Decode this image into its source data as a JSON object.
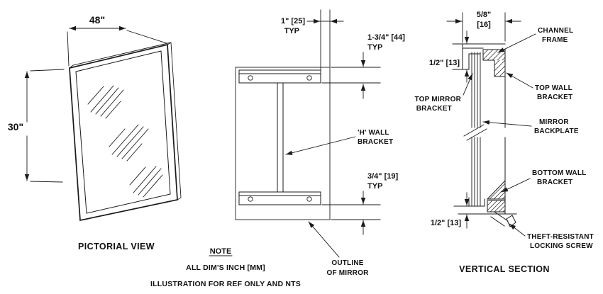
{
  "pictorial_view": {
    "title": "PICTORIAL VIEW",
    "width_dimension": "48\"",
    "height_dimension": "30\""
  },
  "back_view": {
    "dim_bracket_offset": "1\" [25]",
    "dim_bracket_offset_typ": "TYP",
    "dim_top_bracket": "1-3/4\" [44]",
    "dim_top_bracket_typ": "TYP",
    "dim_bottom_bracket": "3/4\" [19]",
    "dim_bottom_bracket_typ": "TYP",
    "h_wall_bracket_line1": "'H' WALL",
    "h_wall_bracket_line2": "BRACKET",
    "outline_line1": "OUTLINE",
    "outline_line2": "OF MIRROR"
  },
  "notes": {
    "heading": "NOTE",
    "line1": "ALL DIM'S INCH [MM]",
    "line2": "ILLUSTRATION FOR REF ONLY AND NTS"
  },
  "vertical_section": {
    "title": "VERTICAL SECTION",
    "dim_frame_width_in": "5/8\"",
    "dim_frame_width_mm": "[16]",
    "dim_top_height": "1/2\" [13]",
    "dim_bottom_height": "1/2\" [13]",
    "channel_frame_line1": "CHANNEL",
    "channel_frame_line2": "FRAME",
    "top_wall_bracket_line1": "TOP WALL",
    "top_wall_bracket_line2": "BRACKET",
    "top_mirror_bracket_line1": "TOP MIRROR",
    "top_mirror_bracket_line2": "BRACKET",
    "mirror_backplate_line1": "MIRROR",
    "mirror_backplate_line2": "BACKPLATE",
    "bottom_wall_bracket_line1": "BOTTOM WALL",
    "bottom_wall_bracket_line2": "BRACKET",
    "locking_screw_line1": "THEFT-RESISTANT",
    "locking_screw_line2": "LOCKING SCREW"
  }
}
